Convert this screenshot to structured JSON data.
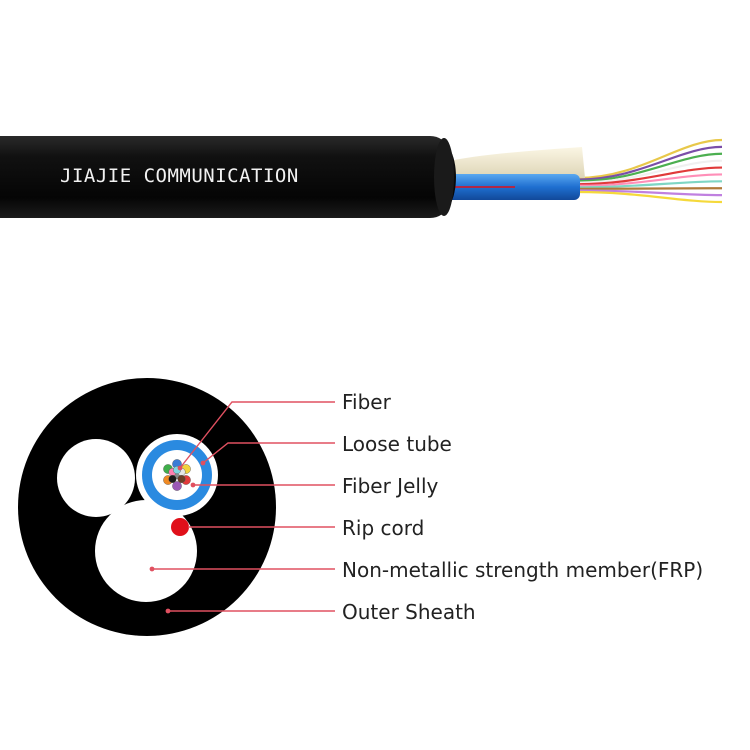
{
  "cable": {
    "brand_text": "JIAJIE COMMUNICATION",
    "sheath_color": "#0c0c0c",
    "tube_color": "#1f6fd0",
    "yarn_color": "#efe8cf",
    "fiber_colors": [
      "#e8c84a",
      "#7a4ea8",
      "#4caf50",
      "#f0f0f0",
      "#e03a3a",
      "#ff8fb8",
      "#7fd6c4",
      "#b07a3a",
      "#c080e0",
      "#f5d93b"
    ]
  },
  "cross_section": {
    "tube_ring_color": "#2a8ae0",
    "rip_cord_color": "#e0101a",
    "leader_color": "#e05060",
    "fiber_bundle_colors": [
      "#3a7bd5",
      "#f2d23c",
      "#e23a3a",
      "#9b59b6",
      "#f08a24",
      "#3fae4a",
      "#8a8a8a",
      "#e6e6e6",
      "#ff7fb0",
      "#6b3e26",
      "#1a1a1a",
      "#7fd6e0"
    ]
  },
  "legend": {
    "items": [
      {
        "label": "Fiber"
      },
      {
        "label": "Loose tube"
      },
      {
        "label": "Fiber Jelly"
      },
      {
        "label": "Rip cord"
      },
      {
        "label": "Non-metallic strength member(FRP)"
      },
      {
        "label": "Outer Sheath"
      }
    ]
  }
}
